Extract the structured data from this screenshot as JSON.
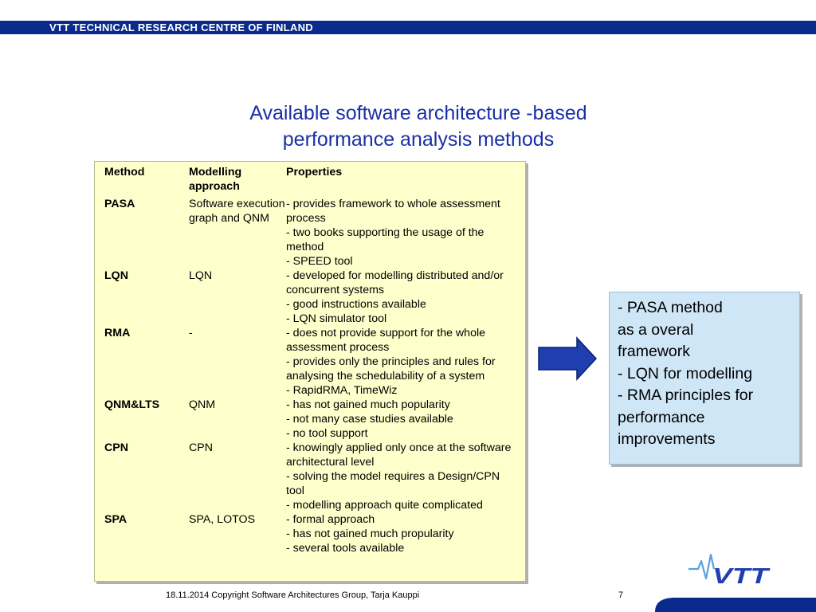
{
  "header": {
    "org": "VTT TECHNICAL RESEARCH CENTRE OF FINLAND"
  },
  "title": {
    "line1": "Available software architecture -based",
    "line2": "performance analysis methods"
  },
  "table": {
    "headers": [
      "Method",
      "Modelling approach",
      "Properties"
    ],
    "rows": [
      {
        "method": "PASA",
        "approach": "Software execution graph and QNM",
        "properties": [
          "- provides framework to whole assessment process",
          "- two books supporting the usage of the method",
          "- SPEED tool"
        ]
      },
      {
        "method": "LQN",
        "approach": "LQN",
        "properties": [
          "- developed for modelling distributed and/or concurrent systems",
          "- good instructions available",
          "- LQN simulator tool"
        ]
      },
      {
        "method": "RMA",
        "approach": "-",
        "properties": [
          "- does not provide support for the whole assessment process",
          "- provides only the principles and rules for analysing the schedulability of a system",
          "- RapidRMA, TimeWiz"
        ]
      },
      {
        "method": "QNM&LTS",
        "approach": "QNM",
        "properties": [
          "- has not gained much popularity",
          "- not many case studies available",
          "- no tool support"
        ]
      },
      {
        "method": "CPN",
        "approach": "CPN",
        "properties": [
          "- knowingly applied only once at the software architectural level",
          "- solving the model requires a Design/CPN tool",
          "- modelling approach quite complicated"
        ]
      },
      {
        "method": "SPA",
        "approach": "SPA, LOTOS",
        "properties": [
          "- formal approach",
          "- has not gained much propularity",
          "- several tools available"
        ]
      }
    ]
  },
  "summary": {
    "lines": [
      "- PASA method",
      "as a overal",
      "framework",
      "- LQN for modelling",
      "- RMA principles for",
      "performance",
      "improvements"
    ]
  },
  "footer": {
    "text": "18.11.2014 Copyright Software Architectures Group, Tarja Kauppi",
    "page": "7"
  },
  "logo": {
    "text": "VTT"
  },
  "colors": {
    "brand_blue": "#0a2a8c",
    "title_blue": "#1a2fa8",
    "table_bg": "#ffffcc",
    "summary_bg": "#cfe6f7",
    "arrow_fill": "#1f3fb0"
  }
}
